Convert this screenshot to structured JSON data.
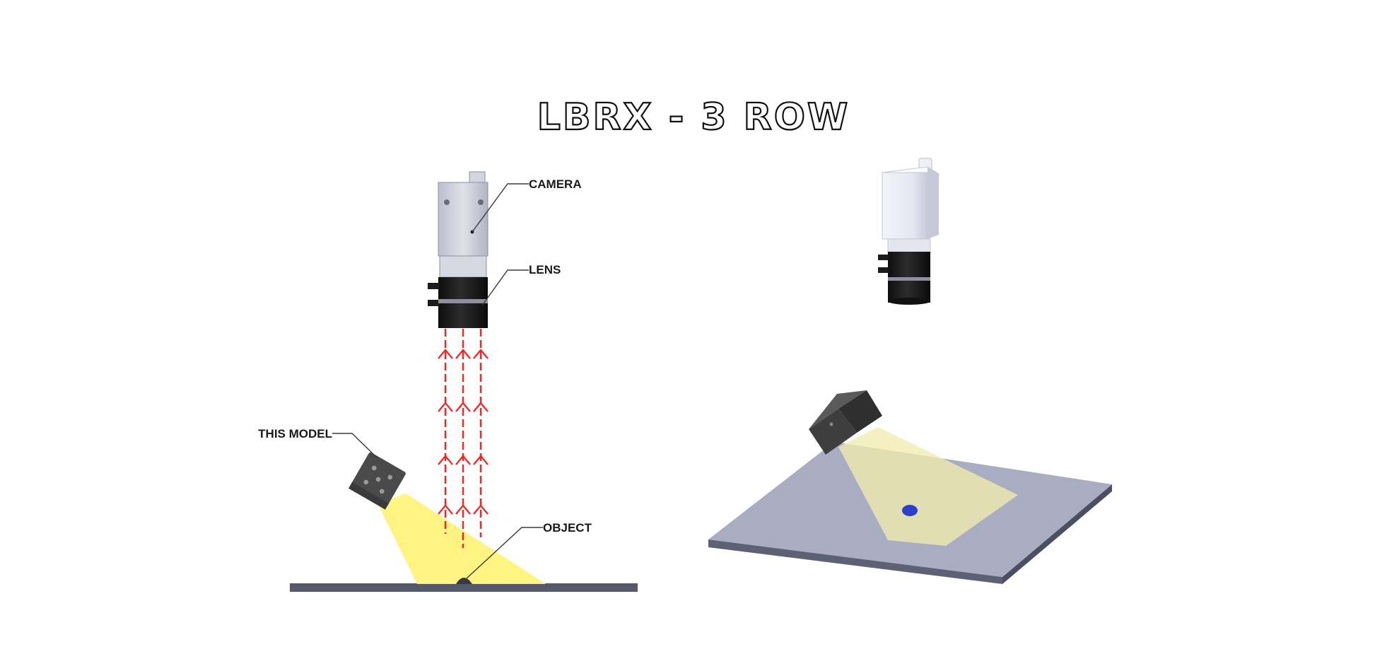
{
  "title": "LBRX - 3 ROW",
  "labels": {
    "camera": "CAMERA",
    "lens": "LENS",
    "this_model": "THIS MODEL",
    "object": "OBJECT"
  },
  "colors": {
    "background": "#ffffff",
    "beam": "#ff2020",
    "light_cone": "#fff27a",
    "camera_body": "#c9cbd6",
    "lens_black": "#1c1c1c",
    "light_unit": "#4a4a4a",
    "plate_top": "#a9adc2",
    "plate_edge": "#5d6175",
    "object_blue": "#2a3fd0"
  },
  "icons": {
    "camera": "machine-vision-camera-icon",
    "light": "bar-light-icon"
  }
}
